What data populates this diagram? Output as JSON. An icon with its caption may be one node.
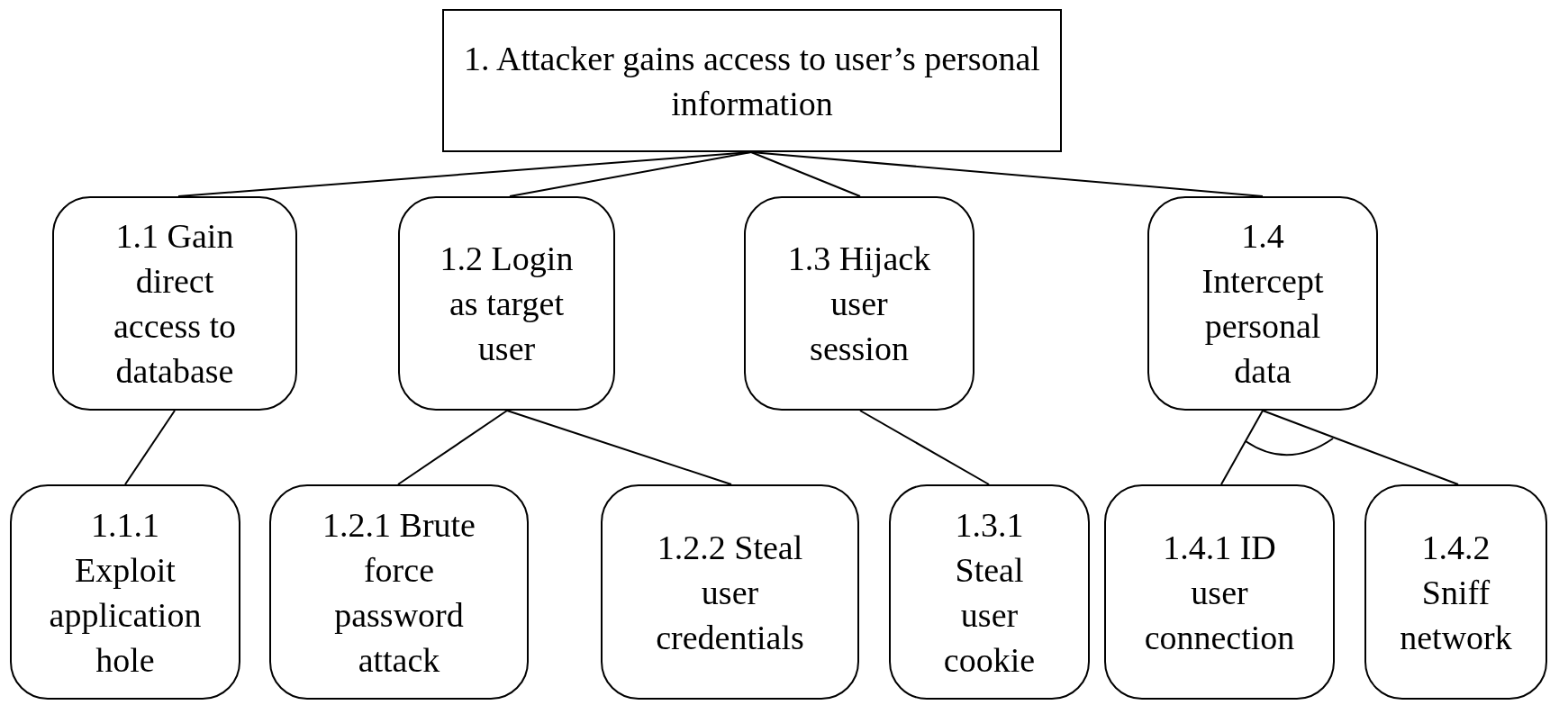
{
  "diagram": {
    "nodes": [
      {
        "text": [
          "1. Attacker gains access to user’s personal information"
        ]
      },
      {
        "text": [
          "1.1 Gain direct access to database"
        ]
      },
      {
        "text": [
          "1.2 Login as target user"
        ]
      },
      {
        "text": [
          "1.3 Hijack user session"
        ]
      },
      {
        "text": [
          "1.4 Intercept personal data"
        ]
      },
      {
        "text": [
          "1.1.1 Exploit application hole"
        ]
      },
      {
        "text": [
          "1.2.1 Brute force password attack"
        ]
      },
      {
        "text": [
          "1.2.2 Steal user credentials"
        ]
      },
      {
        "text": [
          "1.3.1 Steal user cookie"
        ]
      },
      {
        "text": [
          "1.4.1 ID user connection"
        ]
      },
      {
        "text": [
          "1.4.2 Sniff network"
        ]
      }
    ],
    "edges": [
      {
        "from": 0,
        "to": 1,
        "arrow": "none"
      },
      {
        "from": 0,
        "to": 2,
        "arrow": "none"
      },
      {
        "from": 0,
        "to": 3,
        "arrow": "none"
      },
      {
        "from": 0,
        "to": 4,
        "arrow": "none"
      },
      {
        "from": 1,
        "to": 5,
        "arrow": "none"
      },
      {
        "from": 2,
        "to": 6,
        "arrow": "none"
      },
      {
        "from": 2,
        "to": 7,
        "arrow": "none"
      },
      {
        "from": 3,
        "to": 8,
        "arrow": "none"
      },
      {
        "from": 4,
        "to": 9,
        "arrow": "none"
      },
      {
        "from": 4,
        "to": 10,
        "arrow": "none"
      }
    ]
  }
}
